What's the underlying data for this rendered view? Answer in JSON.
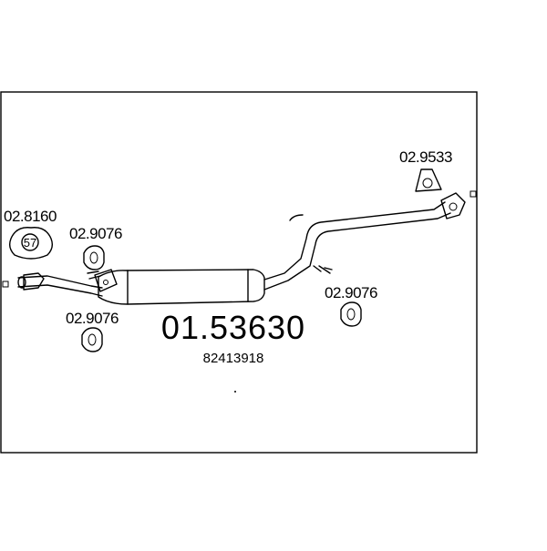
{
  "diagram": {
    "part_number": "01.53630",
    "oe_number": "82413918",
    "components": [
      {
        "code": "02.8160",
        "badge": "57"
      },
      {
        "code": "02.9076"
      },
      {
        "code": "02.9076"
      },
      {
        "code": "02.9076"
      },
      {
        "code": "02.9533"
      }
    ]
  }
}
